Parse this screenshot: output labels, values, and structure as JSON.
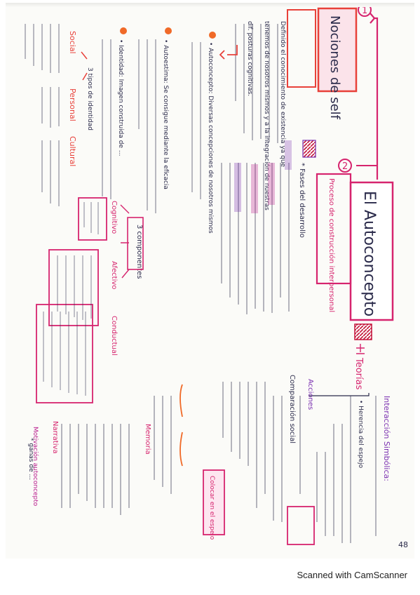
{
  "document": {
    "main_title": "El Autoconcepto",
    "step_1": "1",
    "step_2": "2",
    "nociones_title": "Nociones de self",
    "proceso_title": "Proceso de construcción interpersonal",
    "teorias_title": "Teorías",
    "footer": "Scanned with CamScanner",
    "page_number": "48",
    "blocks": [
      "Definido el conocimiento de existencia ya que",
      "tenemos de nosotros mismos y a la integración de nuestras",
      "dif. posturas cognitivas.",
      "• Autoconcepto: Diversas concepciones de nosotros mismos",
      "• Autoestima: Se consigue mediante la eficacia",
      "• Identidad: Imagen construida de ...",
      "3 tipos de identidad",
      "Social",
      "Personal",
      "Cultural",
      "3 componentes",
      "Cognitivo",
      "Afectivo",
      "Conductual",
      "* Fases del desarrollo",
      "Acciones",
      "Comparación social",
      "Interacción Simbólica:",
      "• Herencia del espejo",
      "Colocar en el espejo",
      "Memoria",
      "Narrativa",
      "Motivación autoconcepto",
      "* ganas de ..."
    ]
  },
  "colors": {
    "ink": "#2a2a4a",
    "pink": "#d6246e",
    "red": "#e8413a",
    "magenta": "#b8198c",
    "purple": "#7a2fb0",
    "orange": "#f06a28"
  }
}
